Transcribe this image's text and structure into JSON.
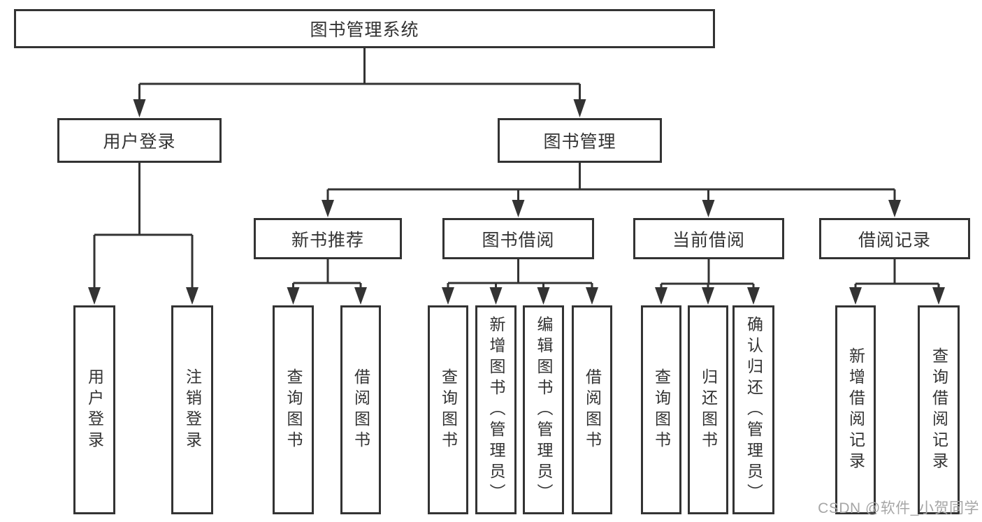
{
  "diagram": {
    "root": {
      "label": "图书管理系统"
    },
    "level2": [
      {
        "id": "user-login",
        "label": "用户登录"
      },
      {
        "id": "book-management",
        "label": "图书管理"
      }
    ],
    "level3": [
      {
        "id": "new-book-recommend",
        "label": "新书推荐"
      },
      {
        "id": "book-borrow",
        "label": "图书借阅"
      },
      {
        "id": "current-borrow",
        "label": "当前借阅"
      },
      {
        "id": "borrow-records",
        "label": "借阅记录"
      }
    ],
    "leaves": [
      {
        "id": "user-login-leaf",
        "parent": "用户登录",
        "label": "用户登录"
      },
      {
        "id": "logout-leaf",
        "parent": "用户登录",
        "label": "注销登录"
      },
      {
        "id": "rec-query-book",
        "parent": "新书推荐",
        "label": "查询图书"
      },
      {
        "id": "rec-borrow-book",
        "parent": "新书推荐",
        "label": "借阅图书"
      },
      {
        "id": "bor-query-book",
        "parent": "图书借阅",
        "label": "查询图书"
      },
      {
        "id": "bor-add-book",
        "parent": "图书借阅",
        "label": "新增图书（管理员）"
      },
      {
        "id": "bor-edit-book",
        "parent": "图书借阅",
        "label": "编辑图书（管理员）"
      },
      {
        "id": "bor-borrow-book",
        "parent": "图书借阅",
        "label": "借阅图书"
      },
      {
        "id": "cur-query-book",
        "parent": "当前借阅",
        "label": "查询图书"
      },
      {
        "id": "cur-return-book",
        "parent": "当前借阅",
        "label": "归还图书"
      },
      {
        "id": "cur-confirm-return",
        "parent": "当前借阅",
        "label": "确认归还（管理员）"
      },
      {
        "id": "records-add",
        "parent": "借阅记录",
        "label": "新增借阅记录"
      },
      {
        "id": "records-query",
        "parent": "借阅记录",
        "label": "查询借阅记录"
      }
    ]
  },
  "watermark": {
    "text": "CSDN @软件_小贺同学"
  },
  "colors": {
    "line": "#333333",
    "border": "#333333",
    "text": "#333333",
    "watermark": "#a6a6a6",
    "background": "#ffffff"
  }
}
